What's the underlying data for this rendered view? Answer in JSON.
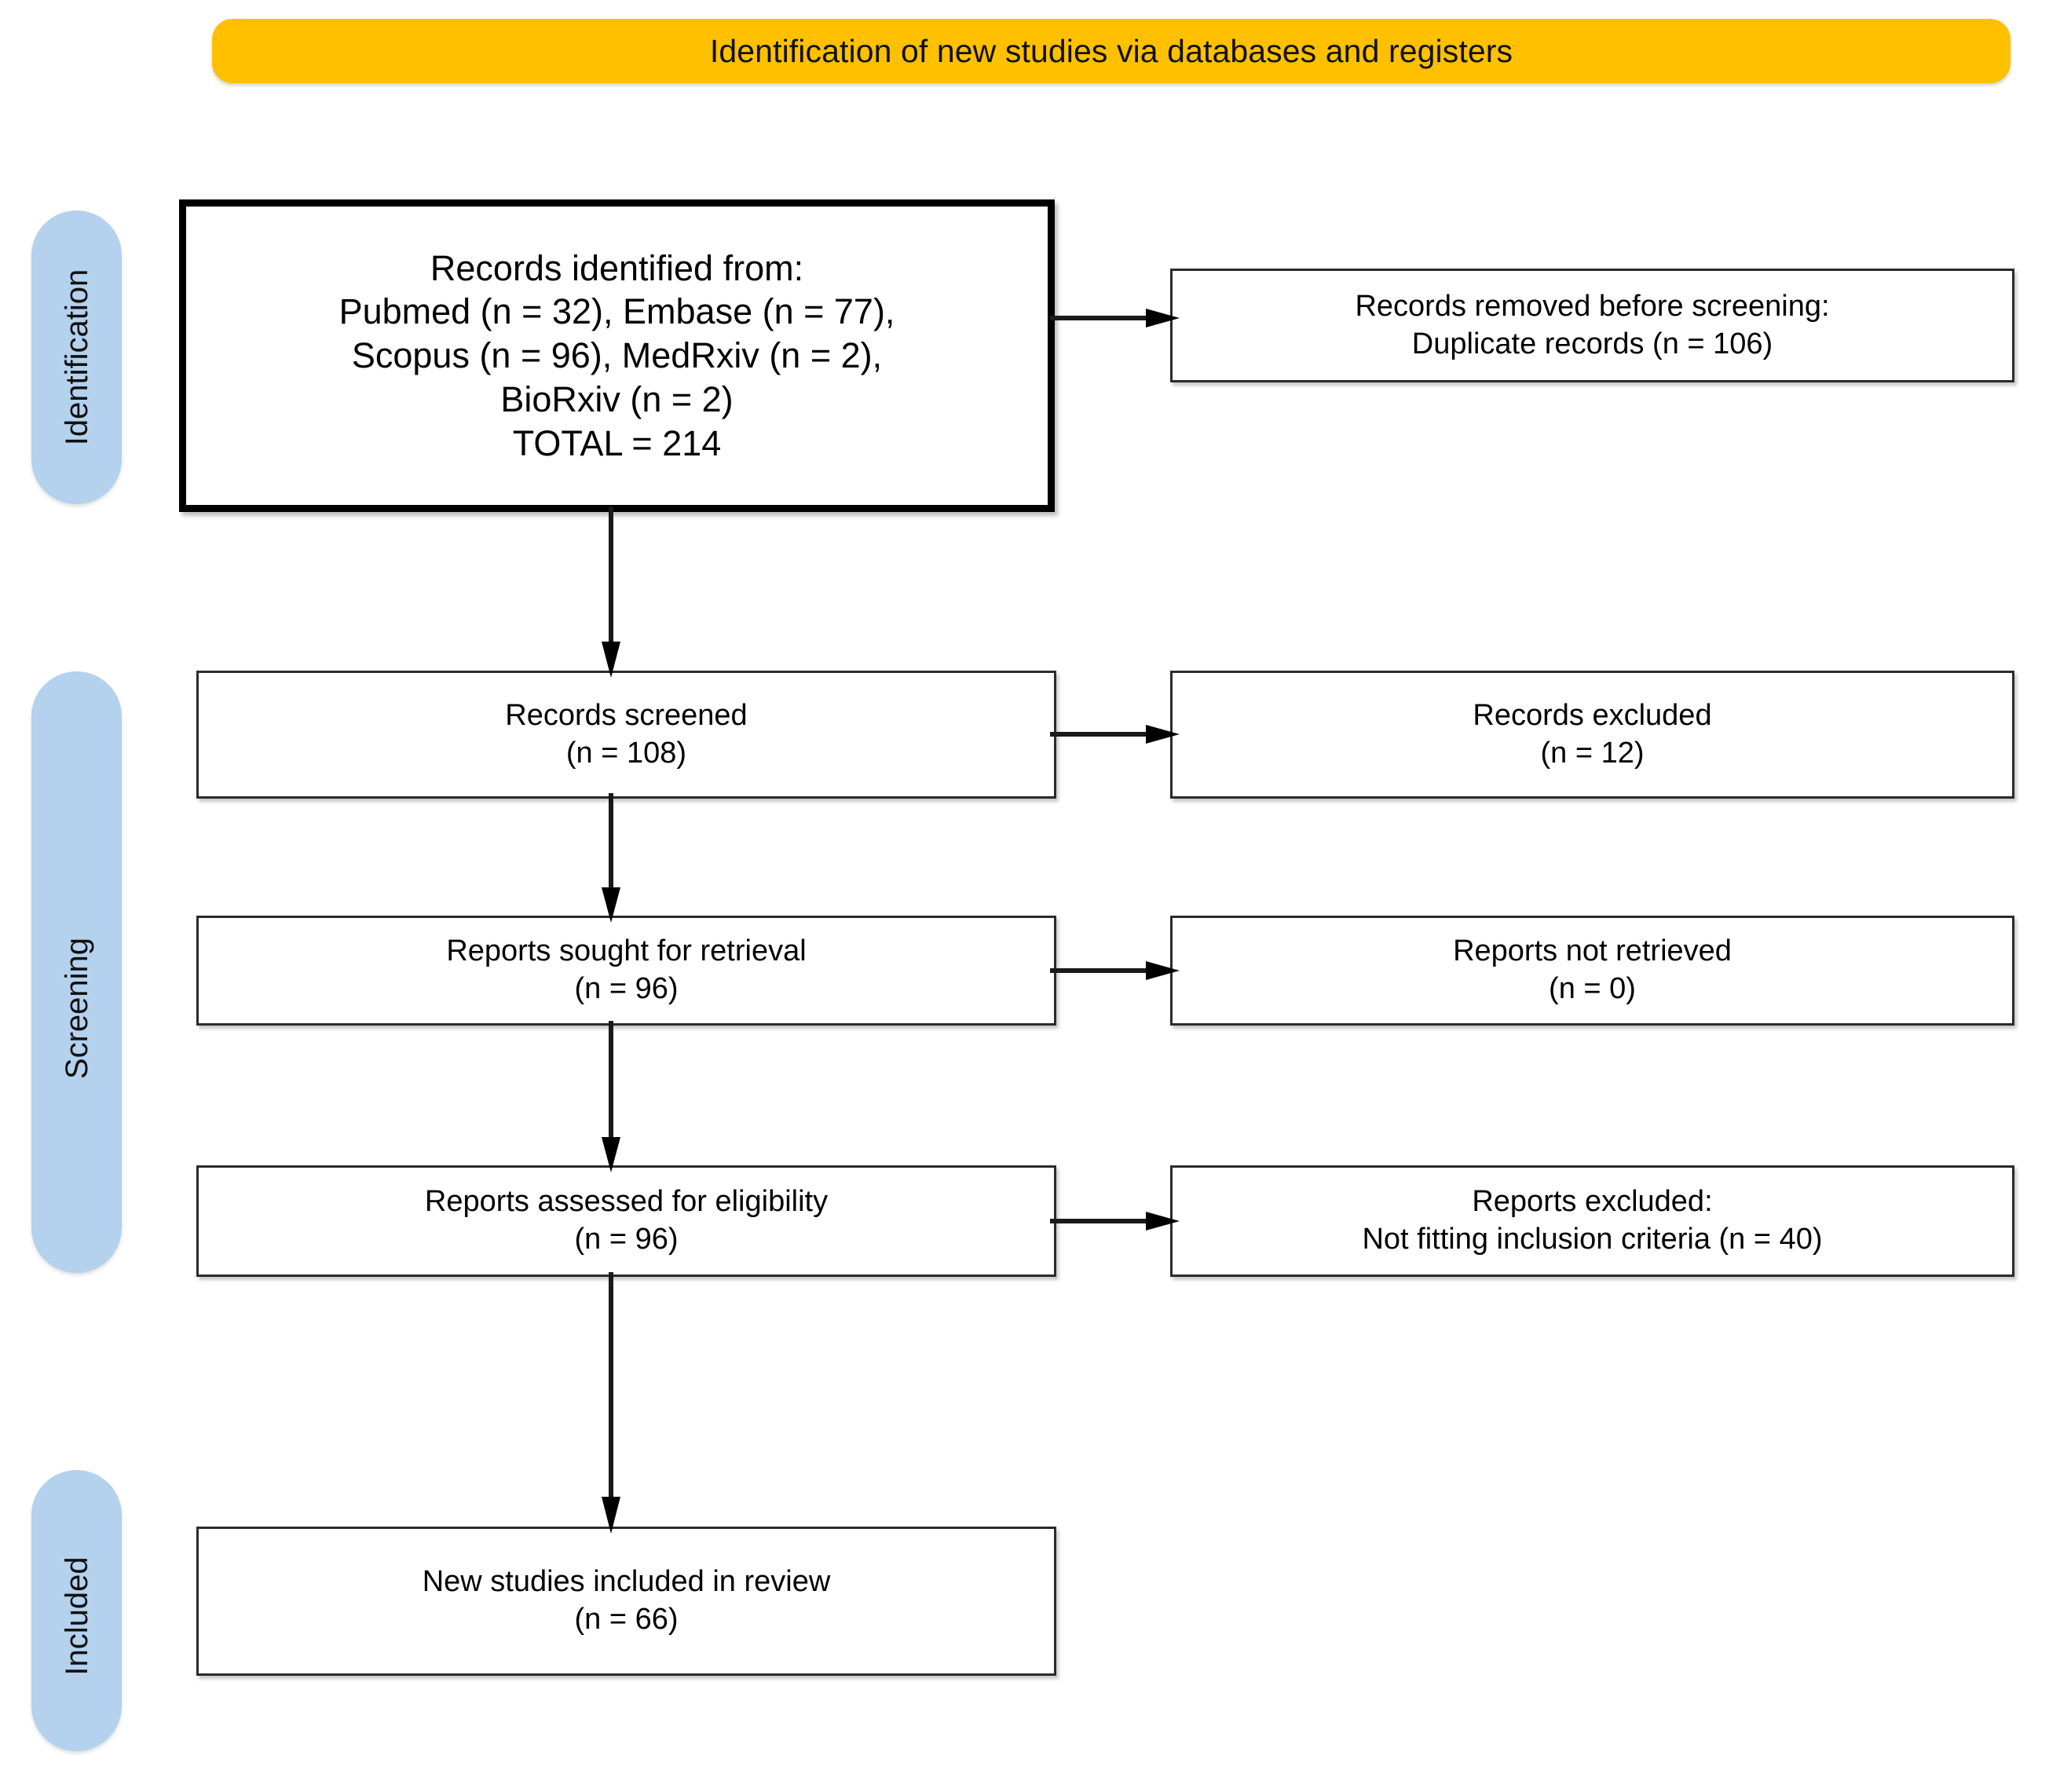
{
  "colors": {
    "accent_banner": "#FFC000",
    "stage_pill": "#B4D1EE",
    "box_border": "#2B2B2B",
    "box_border_emphasis": "#000000",
    "background": "#FFFFFF"
  },
  "header": {
    "title": "Identification of new studies via databases and registers"
  },
  "stages": [
    {
      "id": "identification",
      "label": "Identification"
    },
    {
      "id": "screening",
      "label": "Screening"
    },
    {
      "id": "included",
      "label": "Included"
    }
  ],
  "boxes": {
    "identified": {
      "lines": [
        "Records identified from:",
        "Pubmed (n = 32), Embase (n = 77),",
        "Scopus (n = 96), MedRxiv (n = 2),",
        "BioRxiv (n = 2)",
        "TOTAL = 214"
      ]
    },
    "removed": {
      "lines": [
        "Records removed before screening:",
        "Duplicate records (n = 106)"
      ]
    },
    "screened": {
      "lines": [
        "Records screened",
        "(n = 108)"
      ]
    },
    "excluded": {
      "lines": [
        "Records excluded",
        "(n = 12)"
      ]
    },
    "sought": {
      "lines": [
        "Reports sought for retrieval",
        "(n = 96)"
      ]
    },
    "not_retrieved": {
      "lines": [
        "Reports not retrieved",
        "(n = 0)"
      ]
    },
    "assessed": {
      "lines": [
        "Reports assessed for eligibility",
        "(n = 96)"
      ]
    },
    "reports_excluded": {
      "lines": [
        "Reports excluded:",
        "Not fitting inclusion criteria (n = 40)"
      ]
    },
    "included": {
      "lines": [
        "New studies included in review",
        "(n = 66)"
      ]
    }
  },
  "chart_data": {
    "type": "diagram",
    "title": "Identification of new studies via databases and registers",
    "diagram_kind": "PRISMA 2020 flow diagram",
    "sources": [
      {
        "name": "Pubmed",
        "n": 32
      },
      {
        "name": "Embase",
        "n": 77
      },
      {
        "name": "Scopus",
        "n": 96
      },
      {
        "name": "MedRxiv",
        "n": 2
      },
      {
        "name": "BioRxiv",
        "n": 2
      }
    ],
    "total_identified": 214,
    "nodes": [
      {
        "id": "identified",
        "stage": "Identification",
        "column": "left",
        "label": "Records identified from",
        "n": 214
      },
      {
        "id": "removed",
        "stage": "Identification",
        "column": "right",
        "label": "Records removed before screening: Duplicate records",
        "n": 106
      },
      {
        "id": "screened",
        "stage": "Screening",
        "column": "left",
        "label": "Records screened",
        "n": 108
      },
      {
        "id": "excluded",
        "stage": "Screening",
        "column": "right",
        "label": "Records excluded",
        "n": 12
      },
      {
        "id": "sought",
        "stage": "Screening",
        "column": "left",
        "label": "Reports sought for retrieval",
        "n": 96
      },
      {
        "id": "not_retrieved",
        "stage": "Screening",
        "column": "right",
        "label": "Reports not retrieved",
        "n": 0
      },
      {
        "id": "assessed",
        "stage": "Screening",
        "column": "left",
        "label": "Reports assessed for eligibility",
        "n": 96
      },
      {
        "id": "reports_excluded",
        "stage": "Screening",
        "column": "right",
        "label": "Reports excluded: Not fitting inclusion criteria",
        "n": 40
      },
      {
        "id": "included",
        "stage": "Included",
        "column": "left",
        "label": "New studies included in review",
        "n": 66
      }
    ],
    "edges": [
      {
        "from": "identified",
        "to": "removed",
        "direction": "right"
      },
      {
        "from": "identified",
        "to": "screened",
        "direction": "down"
      },
      {
        "from": "screened",
        "to": "excluded",
        "direction": "right"
      },
      {
        "from": "screened",
        "to": "sought",
        "direction": "down"
      },
      {
        "from": "sought",
        "to": "not_retrieved",
        "direction": "right"
      },
      {
        "from": "sought",
        "to": "assessed",
        "direction": "down"
      },
      {
        "from": "assessed",
        "to": "reports_excluded",
        "direction": "right"
      },
      {
        "from": "assessed",
        "to": "included",
        "direction": "down"
      }
    ]
  }
}
